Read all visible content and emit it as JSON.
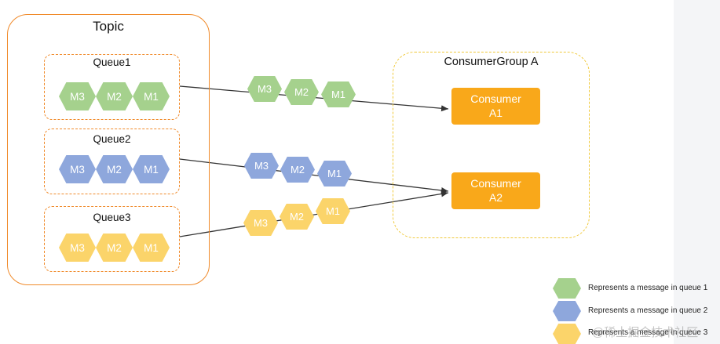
{
  "topic": {
    "title": "Topic"
  },
  "queues": [
    {
      "title": "Queue1",
      "messages": [
        "M3",
        "M2",
        "M1"
      ],
      "color": "#a5d18d"
    },
    {
      "title": "Queue2",
      "messages": [
        "M3",
        "M2",
        "M1"
      ],
      "color": "#8ea7dc"
    },
    {
      "title": "Queue3",
      "messages": [
        "M3",
        "M2",
        "M1"
      ],
      "color": "#fbd46a"
    }
  ],
  "in_flight": [
    {
      "messages": [
        "M3",
        "M2",
        "M1"
      ],
      "color": "#a5d18d"
    },
    {
      "messages": [
        "M3",
        "M2",
        "M1"
      ],
      "color": "#8ea7dc"
    },
    {
      "messages": [
        "M3",
        "M2",
        "M1"
      ],
      "color": "#fbd46a"
    }
  ],
  "consumer_group": {
    "title": "ConsumerGroup A",
    "consumers": [
      {
        "line1": "Consumer",
        "line2": "A1"
      },
      {
        "line1": "Consumer",
        "line2": "A2"
      }
    ]
  },
  "legend": [
    {
      "text": "Represents a message in queue 1",
      "color": "#a5d18d"
    },
    {
      "text": "Represents a message in queue 2",
      "color": "#8ea7dc"
    },
    {
      "text": "Represents a message in queue 3",
      "color": "#fbd46a"
    }
  ],
  "watermark": {
    "text": "@稀土掘金技术社区"
  },
  "colors": {
    "topic_border": "#f08a2a",
    "group_border": "#f0c93a",
    "consumer_fill": "#f9a81a"
  }
}
